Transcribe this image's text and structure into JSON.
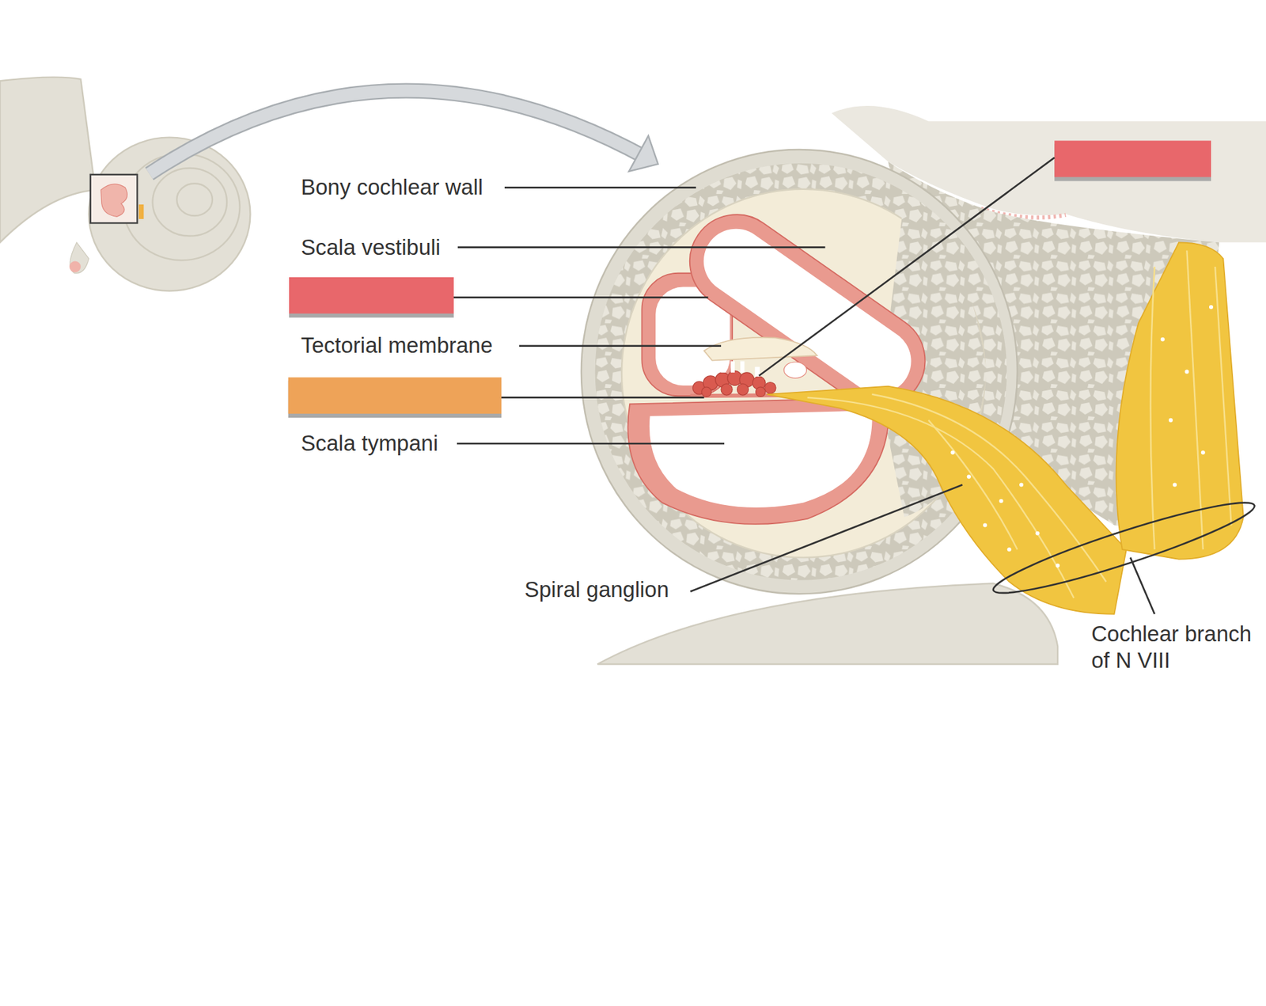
{
  "diagram": {
    "labels": [
      "Bony cochlear wall",
      "Scala vestibuli",
      "Tectorial membrane",
      "Scala tympani",
      "Spiral ganglion",
      "Cochlear branch of N VIII"
    ]
  }
}
